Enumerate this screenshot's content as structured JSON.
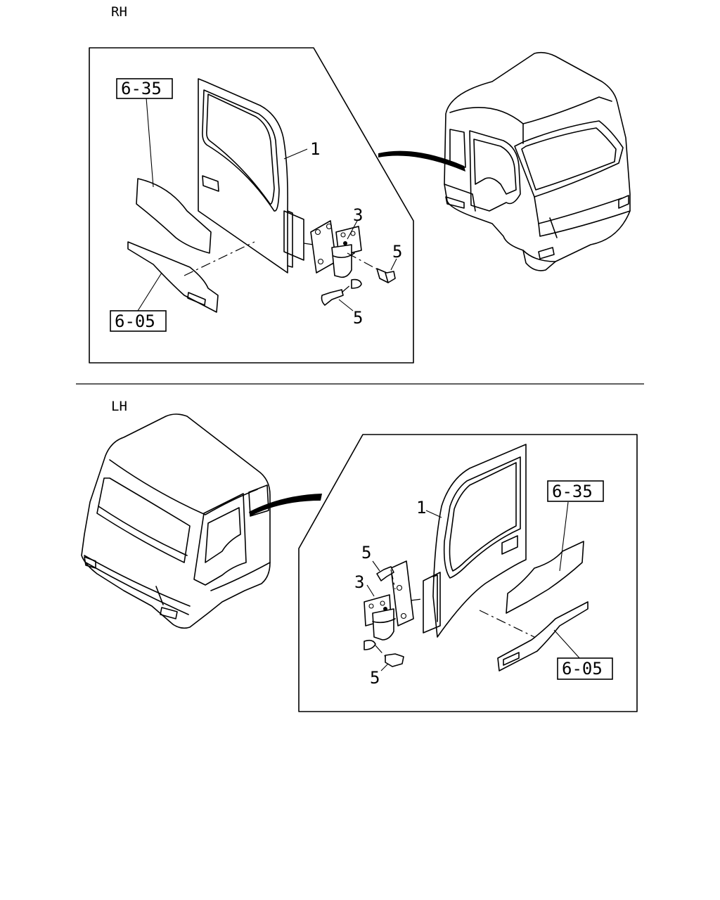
{
  "sections": {
    "rh": {
      "label": "RH",
      "callouts": {
        "door": "1",
        "hinge": "3",
        "bolt_upper": "5",
        "bolt_lower": "5"
      },
      "refs": {
        "upper": "6-35",
        "lower": "6-05"
      }
    },
    "lh": {
      "label": "LH",
      "callouts": {
        "door": "1",
        "hinge": "3",
        "bolt_upper": "5",
        "bolt_lower": "5"
      },
      "refs": {
        "upper": "6-35",
        "lower": "6-05"
      }
    }
  }
}
